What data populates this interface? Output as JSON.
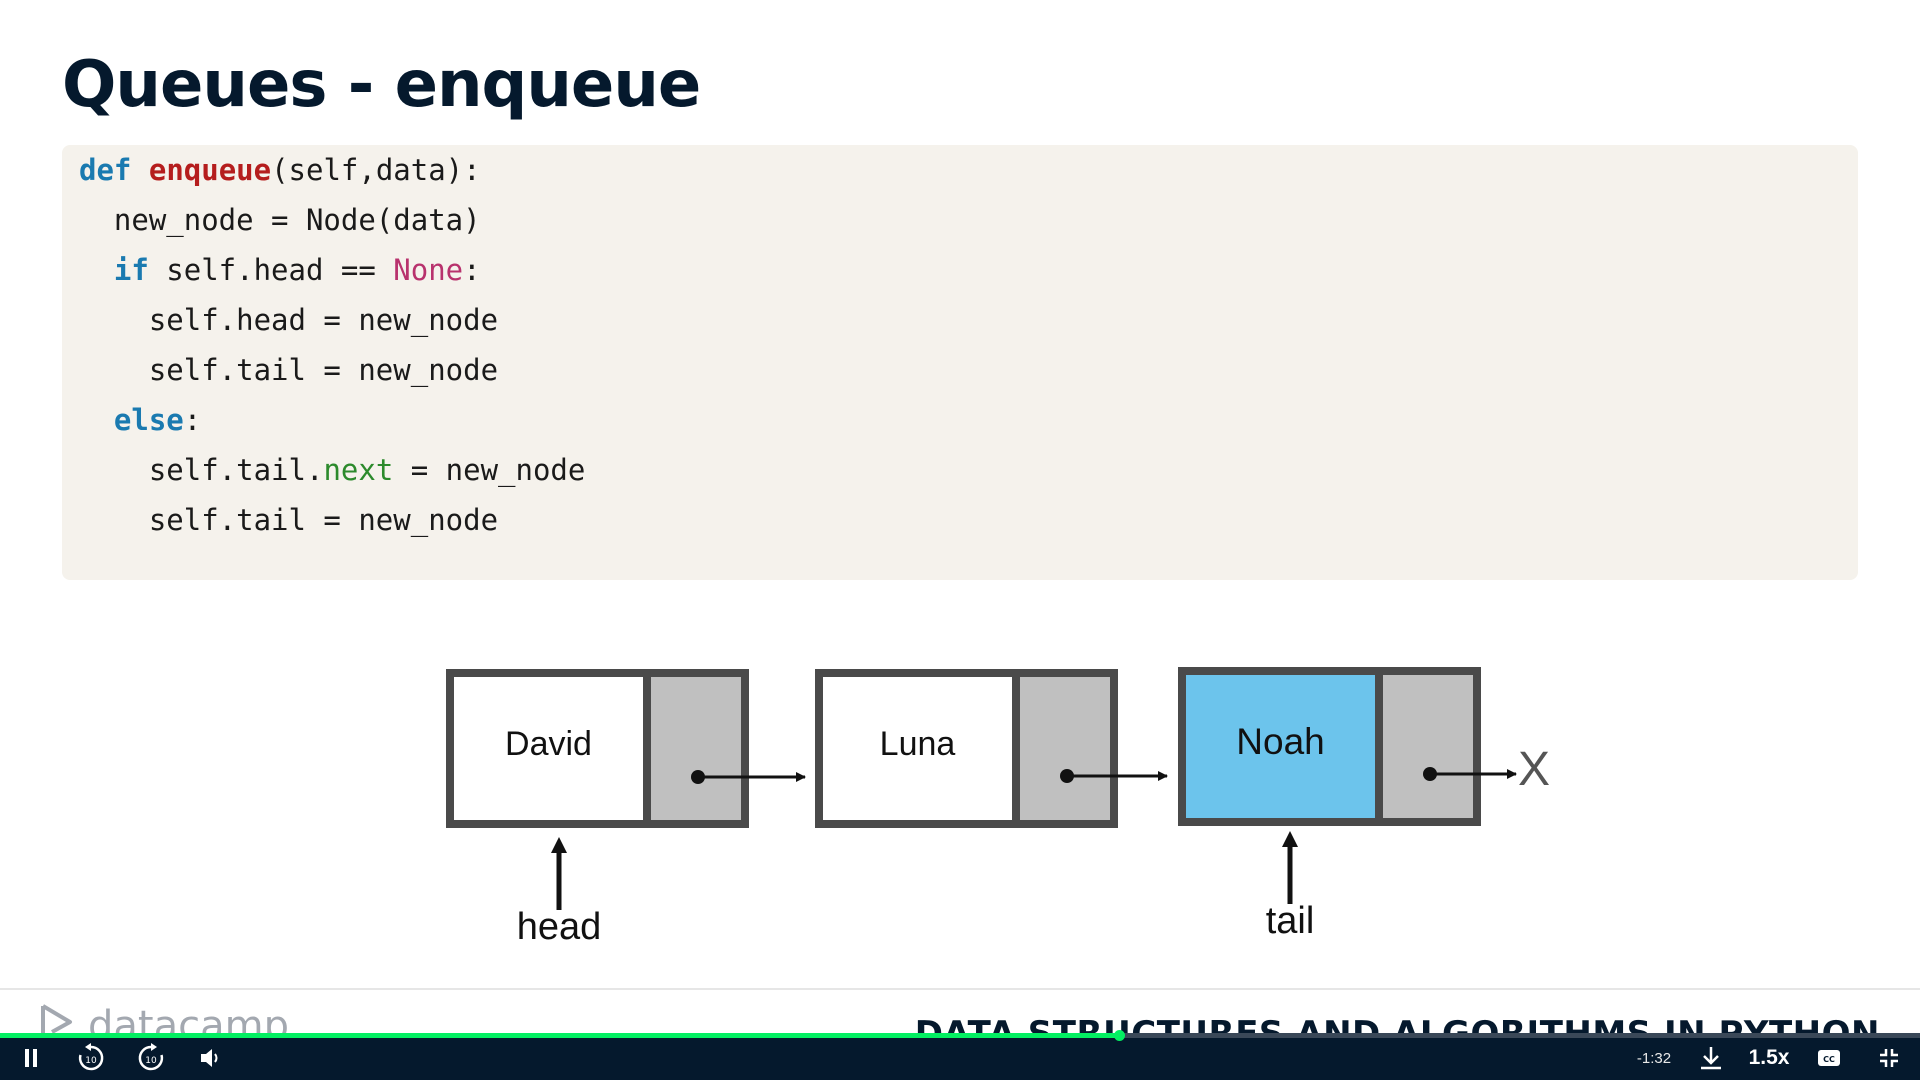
{
  "slide": {
    "title": "Queues - enqueue"
  },
  "code": {
    "line1": {
      "kw": "def",
      "fn": "enqueue",
      "rest": "(self,data):"
    },
    "line2": {
      "text": "  new_node = Node(data)"
    },
    "line3": {
      "kw": "if",
      "mid": " self.head == ",
      "none": "None",
      "end": ":"
    },
    "line4": {
      "text": "    self.head = new_node"
    },
    "line5": {
      "text": "    self.tail = new_node"
    },
    "line6": {
      "kw": "else",
      "end": ":"
    },
    "line7": {
      "pre": "    self.tail.",
      "attr": "next",
      "post": " = new_node"
    },
    "line8": {
      "text": "    self.tail = new_node"
    }
  },
  "diagram": {
    "nodes": [
      {
        "label": "David",
        "highlighted": false
      },
      {
        "label": "Luna",
        "highlighted": false
      },
      {
        "label": "Noah",
        "highlighted": true
      }
    ],
    "end_marker": "X",
    "head_label": "head",
    "tail_label": "tail",
    "colors": {
      "highlight": "#6cc4ec",
      "pointer_cell": "#c0c0c0",
      "border": "#4a4a4a"
    }
  },
  "footer": {
    "logo_text": "datacamp",
    "course_title": "DATA STRUCTURES AND ALGORITHMS IN PYTHON"
  },
  "player": {
    "time_remaining": "-1:32",
    "speed": "1.5x",
    "progress": 0.583,
    "icons": [
      "pause-icon",
      "rewind-10-icon",
      "forward-10-icon",
      "volume-icon",
      "download-icon",
      "captions-icon",
      "exit-fullscreen-icon"
    ]
  }
}
